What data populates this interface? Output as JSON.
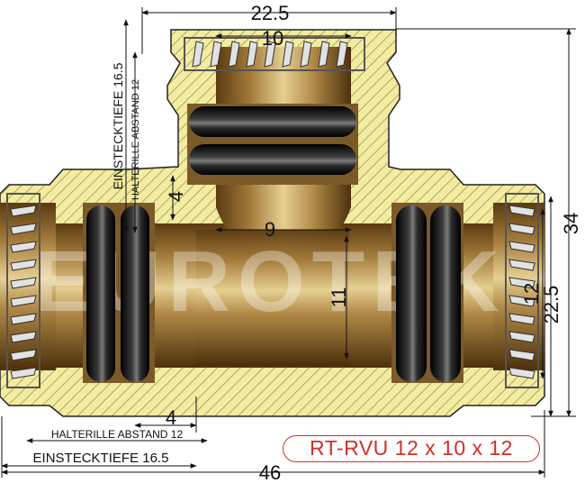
{
  "watermark": "EUROTEK",
  "product_code": "RT-RVU 12 x 10 x 12",
  "dimensions": {
    "top_width": "22.5",
    "top_bore": "10",
    "inner_bore": "9",
    "branch_stop": "4",
    "bottom_stop": "4",
    "main_bore": "11",
    "outlet_bore": "12",
    "half_height": "22.5",
    "total_height": "34",
    "total_length": "46"
  },
  "labels": {
    "insertion_depth_v": "EINSTECKTIEFE 16.5",
    "rib_distance_v": "HALTERILLE ABSTAND 12",
    "rib_distance_h": "HALTERILLE ABSTAND 12",
    "insertion_depth_h": "EINSTECKTIEFE 16.5"
  },
  "colors": {
    "accent": "#d0302a",
    "brass_section": "#f3eba0",
    "hatch": "#9a9a55",
    "brass_dark": "#6f4a16",
    "brass_light": "#d8b76a"
  }
}
